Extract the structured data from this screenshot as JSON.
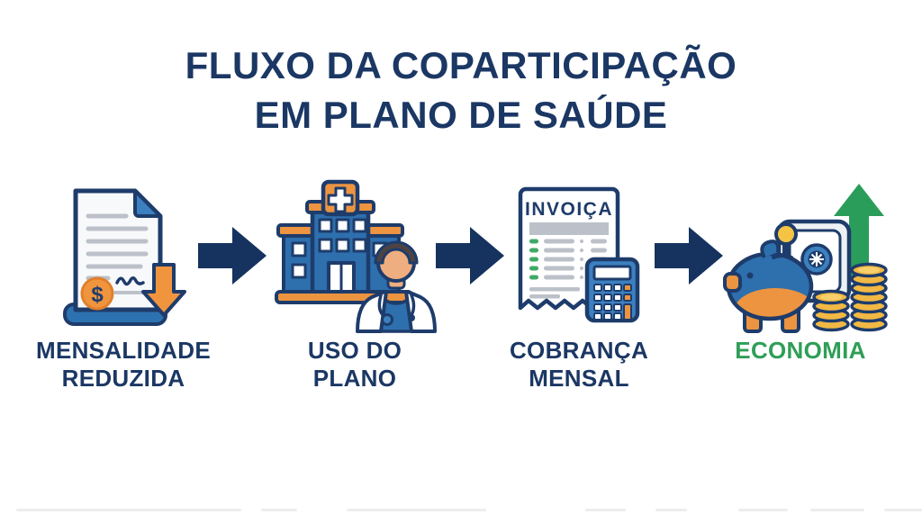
{
  "title": {
    "line1": "FLUXO DA COPARTICIPAÇÃO",
    "line2": "EM PLANO DE SAÚDE"
  },
  "steps": [
    {
      "id": "mensalidade-reduzida",
      "label_line1": "MENSALIDADE",
      "label_line2": "REDUZIDA",
      "icon": "discounted-document-icon"
    },
    {
      "id": "uso-do-plano",
      "label_line1": "USO DO",
      "label_line2": "PLANO",
      "icon": "hospital-doctor-icon"
    },
    {
      "id": "cobranca-mensal",
      "label_line1": "COBRANÇA",
      "label_line2": "MENSAL",
      "icon": "invoice-calculator-icon"
    },
    {
      "id": "economia",
      "label_line1": "ECONOMIA",
      "label_line2": "",
      "icon": "piggy-bank-savings-icon"
    }
  ],
  "invoice_heading": "INVOIÇA",
  "currency_symbol": "$",
  "colors": {
    "title_navy": "#1b3764",
    "arrow_navy": "#16325f",
    "outline_navy": "#1e3c6b",
    "building_blue": "#2e6fae",
    "light_blue": "#3c80c0",
    "orange": "#ec9440",
    "green_arrow": "#2a9d5a",
    "green_text": "#2f9e57",
    "coin_gold": "#f2b844",
    "line_gray": "#bcc1c9",
    "background": "#ffffff"
  }
}
